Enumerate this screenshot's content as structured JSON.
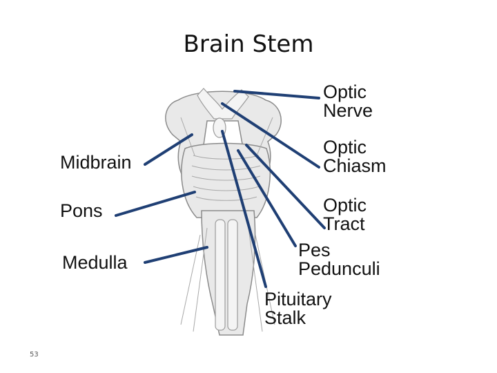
{
  "slide": {
    "title": "Brain Stem",
    "page_number": "53"
  },
  "labels": {
    "optic_nerve": "Optic\nNerve",
    "optic_chiasm": "Optic\nChiasm",
    "optic_tract": "Optic\nTract",
    "pes_pedunculi": "Pes\nPedunculi",
    "pituitary_stalk": "Pituitary\nStalk",
    "midbrain": "Midbrain",
    "pons": "Pons",
    "medulla": "Medulla"
  },
  "colors": {
    "leader_line": "#1f3f74",
    "illustration": "#9a9a9a",
    "text": "#111111"
  }
}
